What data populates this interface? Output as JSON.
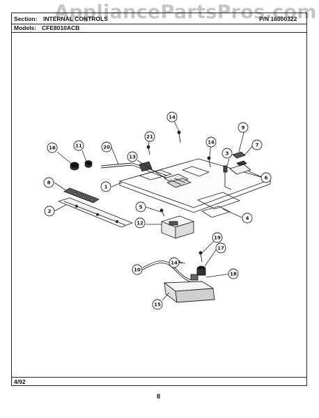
{
  "header": {
    "section_label": "Section:",
    "section_value": "INTERNAL CONTROLS",
    "models_label": "Models:",
    "models_value": "CFE8010ACB",
    "part_number": "P/N 16000322"
  },
  "watermark": "AppliancePartsPros.com",
  "footer": {
    "date": "4/92",
    "page": "8"
  },
  "callouts": [
    "1",
    "2",
    "3",
    "4",
    "5",
    "6",
    "7",
    "8",
    "9",
    "10",
    "11",
    "12",
    "13",
    "14",
    "14",
    "14",
    "15",
    "16",
    "17",
    "18",
    "19",
    "20",
    "21"
  ]
}
